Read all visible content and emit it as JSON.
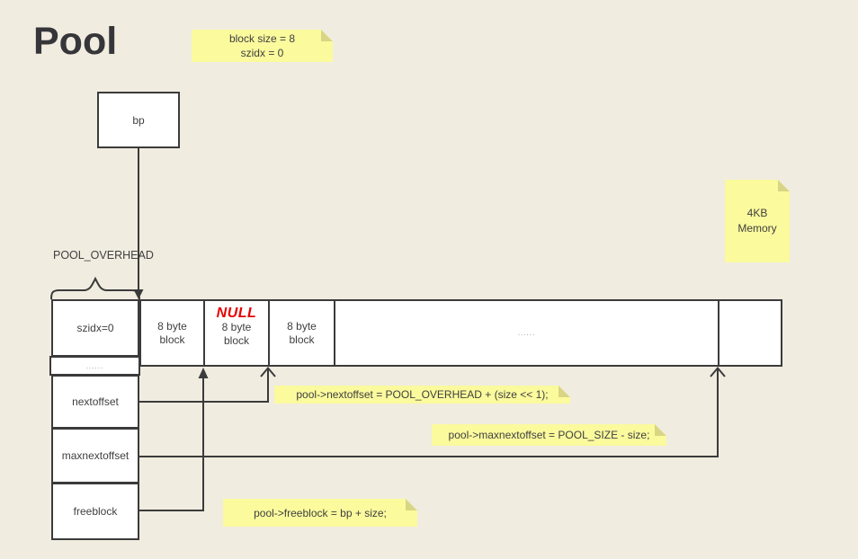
{
  "title": "Pool",
  "bp_box": {
    "label": "bp"
  },
  "pool_overhead_label": "POOL_OVERHEAD",
  "sticky_notes": {
    "block_size": {
      "line1": "block size = 8",
      "line2": "szidx = 0"
    },
    "memory_4kb": {
      "line1": "4KB",
      "line2": "Memory"
    },
    "nextoffset_code": "pool->nextoffset = POOL_OVERHEAD + (size << 1);",
    "maxnextoffset_code": "pool->maxnextoffset = POOL_SIZE - size;",
    "freeblock_code": "pool->freeblock = bp + size;"
  },
  "pool_struct": {
    "szidx_label": "szidx=0",
    "dots": "......",
    "nextoffset": "nextoffset",
    "maxnextoffset": "maxnextoffset",
    "freeblock": "freeblock"
  },
  "memory_bar": {
    "block_label": {
      "line1": "8 byte",
      "line2": "block"
    },
    "null_label": "NULL",
    "dots": "......"
  },
  "colors": {
    "background": "#f1ece0",
    "note_yellow": "#fbfa9d",
    "note_fold": "#d8d685",
    "line_dark": "#3b3b3b",
    "null_red": "#e60000"
  }
}
